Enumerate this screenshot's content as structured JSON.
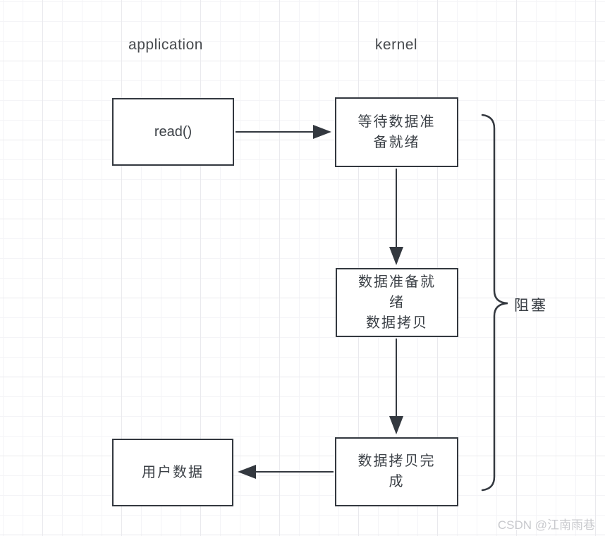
{
  "diagram": {
    "headers": {
      "left": "application",
      "right": "kernel"
    },
    "boxes": {
      "read": {
        "label": "read()"
      },
      "wait": {
        "lines": [
          "等待数据准",
          "备就绪"
        ]
      },
      "ready_copy": {
        "lines": [
          "数据准备就",
          "绪",
          "数据拷贝"
        ]
      },
      "copy_done": {
        "lines": [
          "数据拷贝完",
          "成"
        ]
      },
      "user_data": {
        "label": "用户数据"
      }
    },
    "arrows": [
      {
        "name": "read-to-wait",
        "direction": "right"
      },
      {
        "name": "wait-to-ready-copy",
        "direction": "down"
      },
      {
        "name": "ready-copy-to-copy-done",
        "direction": "down"
      },
      {
        "name": "copy-done-to-user-data",
        "direction": "left"
      }
    ],
    "brace_label": "阻塞",
    "colors": {
      "stroke": "#33383f",
      "text": "#3c4147",
      "header_text": "#474a4e",
      "grid_minor": "#f4f4f7",
      "grid_major": "#e9e9ed",
      "watermark": "#c8c9cd",
      "box_fill": "#ffffff"
    }
  },
  "watermark": "CSDN @江南雨巷"
}
